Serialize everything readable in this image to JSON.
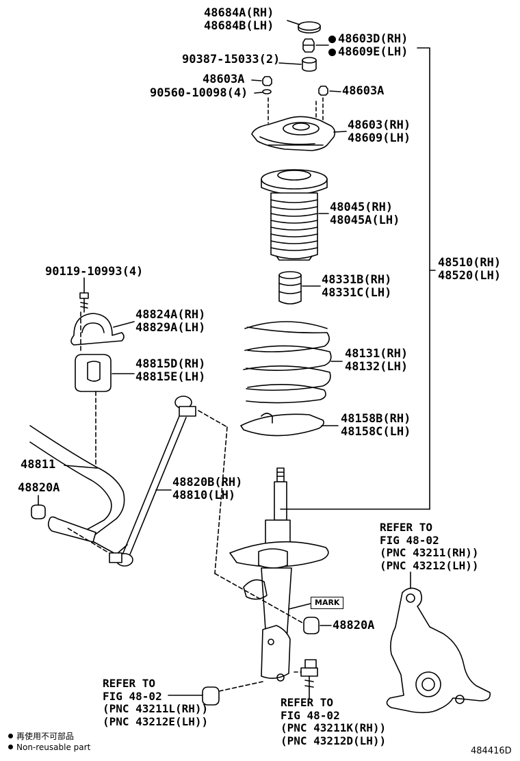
{
  "callouts": {
    "p48684": [
      "48684A(RH)",
      "48684B(LH)"
    ],
    "p48603D": [
      "48603D(RH)",
      "48609E(LH)"
    ],
    "p90387": "90387-15033(2)",
    "p48603A_left": "48603A",
    "p90560": "90560-10098(4)",
    "p48603A_right": "48603A",
    "p48603": [
      "48603(RH)",
      "48609(LH)"
    ],
    "p48045": [
      "48045(RH)",
      "48045A(LH)"
    ],
    "p48510": [
      "48510(RH)",
      "48520(LH)"
    ],
    "p90119": "90119-10993(4)",
    "p48331": [
      "48331B(RH)",
      "48331C(LH)"
    ],
    "p48824": [
      "48824A(RH)",
      "48829A(LH)"
    ],
    "p48131": [
      "48131(RH)",
      "48132(LH)"
    ],
    "p48815": [
      "48815D(RH)",
      "48815E(LH)"
    ],
    "p48158": [
      "48158B(RH)",
      "48158C(LH)"
    ],
    "p48811": "48811",
    "p48820A_left": "48820A",
    "p48820B": [
      "48820B(RH)",
      "48810(LH)"
    ],
    "p48820A_right": "48820A"
  },
  "refers": {
    "knuckle": [
      "REFER TO",
      "FIG 48-02",
      "(PNC 43211(RH))",
      "(PNC 43212(LH))"
    ],
    "lower_left": [
      "REFER TO",
      "FIG 48-02",
      "(PNC 43211L(RH))",
      "(PNC 43212E(LH))"
    ],
    "lower_right": [
      "REFER TO",
      "FIG 48-02",
      "(PNC 43211K(RH))",
      "(PNC 43212D(LH))"
    ]
  },
  "mark_label": "MARK",
  "legend": {
    "line1": "再使用不可部品",
    "line2": "Non-reusable part"
  },
  "diagram_code": "484416D",
  "non_reusable_marker": "filled-circle-icon"
}
